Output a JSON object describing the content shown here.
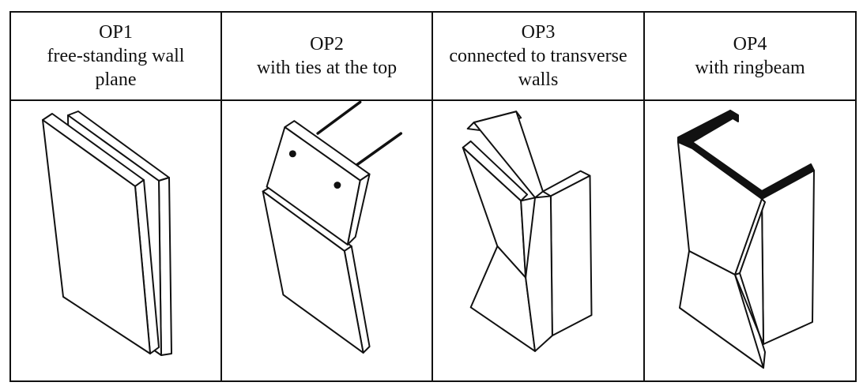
{
  "columns": [
    {
      "code": "OP1",
      "lines": [
        "free-standing wall",
        "plane"
      ]
    },
    {
      "code": "OP2",
      "lines": [
        "with ties at the top"
      ]
    },
    {
      "code": "OP3",
      "lines": [
        "connected to transverse",
        "walls"
      ]
    },
    {
      "code": "OP4",
      "lines": [
        "with ringbeam"
      ]
    }
  ],
  "colors": {
    "line": "#111111",
    "background": "#ffffff",
    "ringbeam": "#111111"
  }
}
